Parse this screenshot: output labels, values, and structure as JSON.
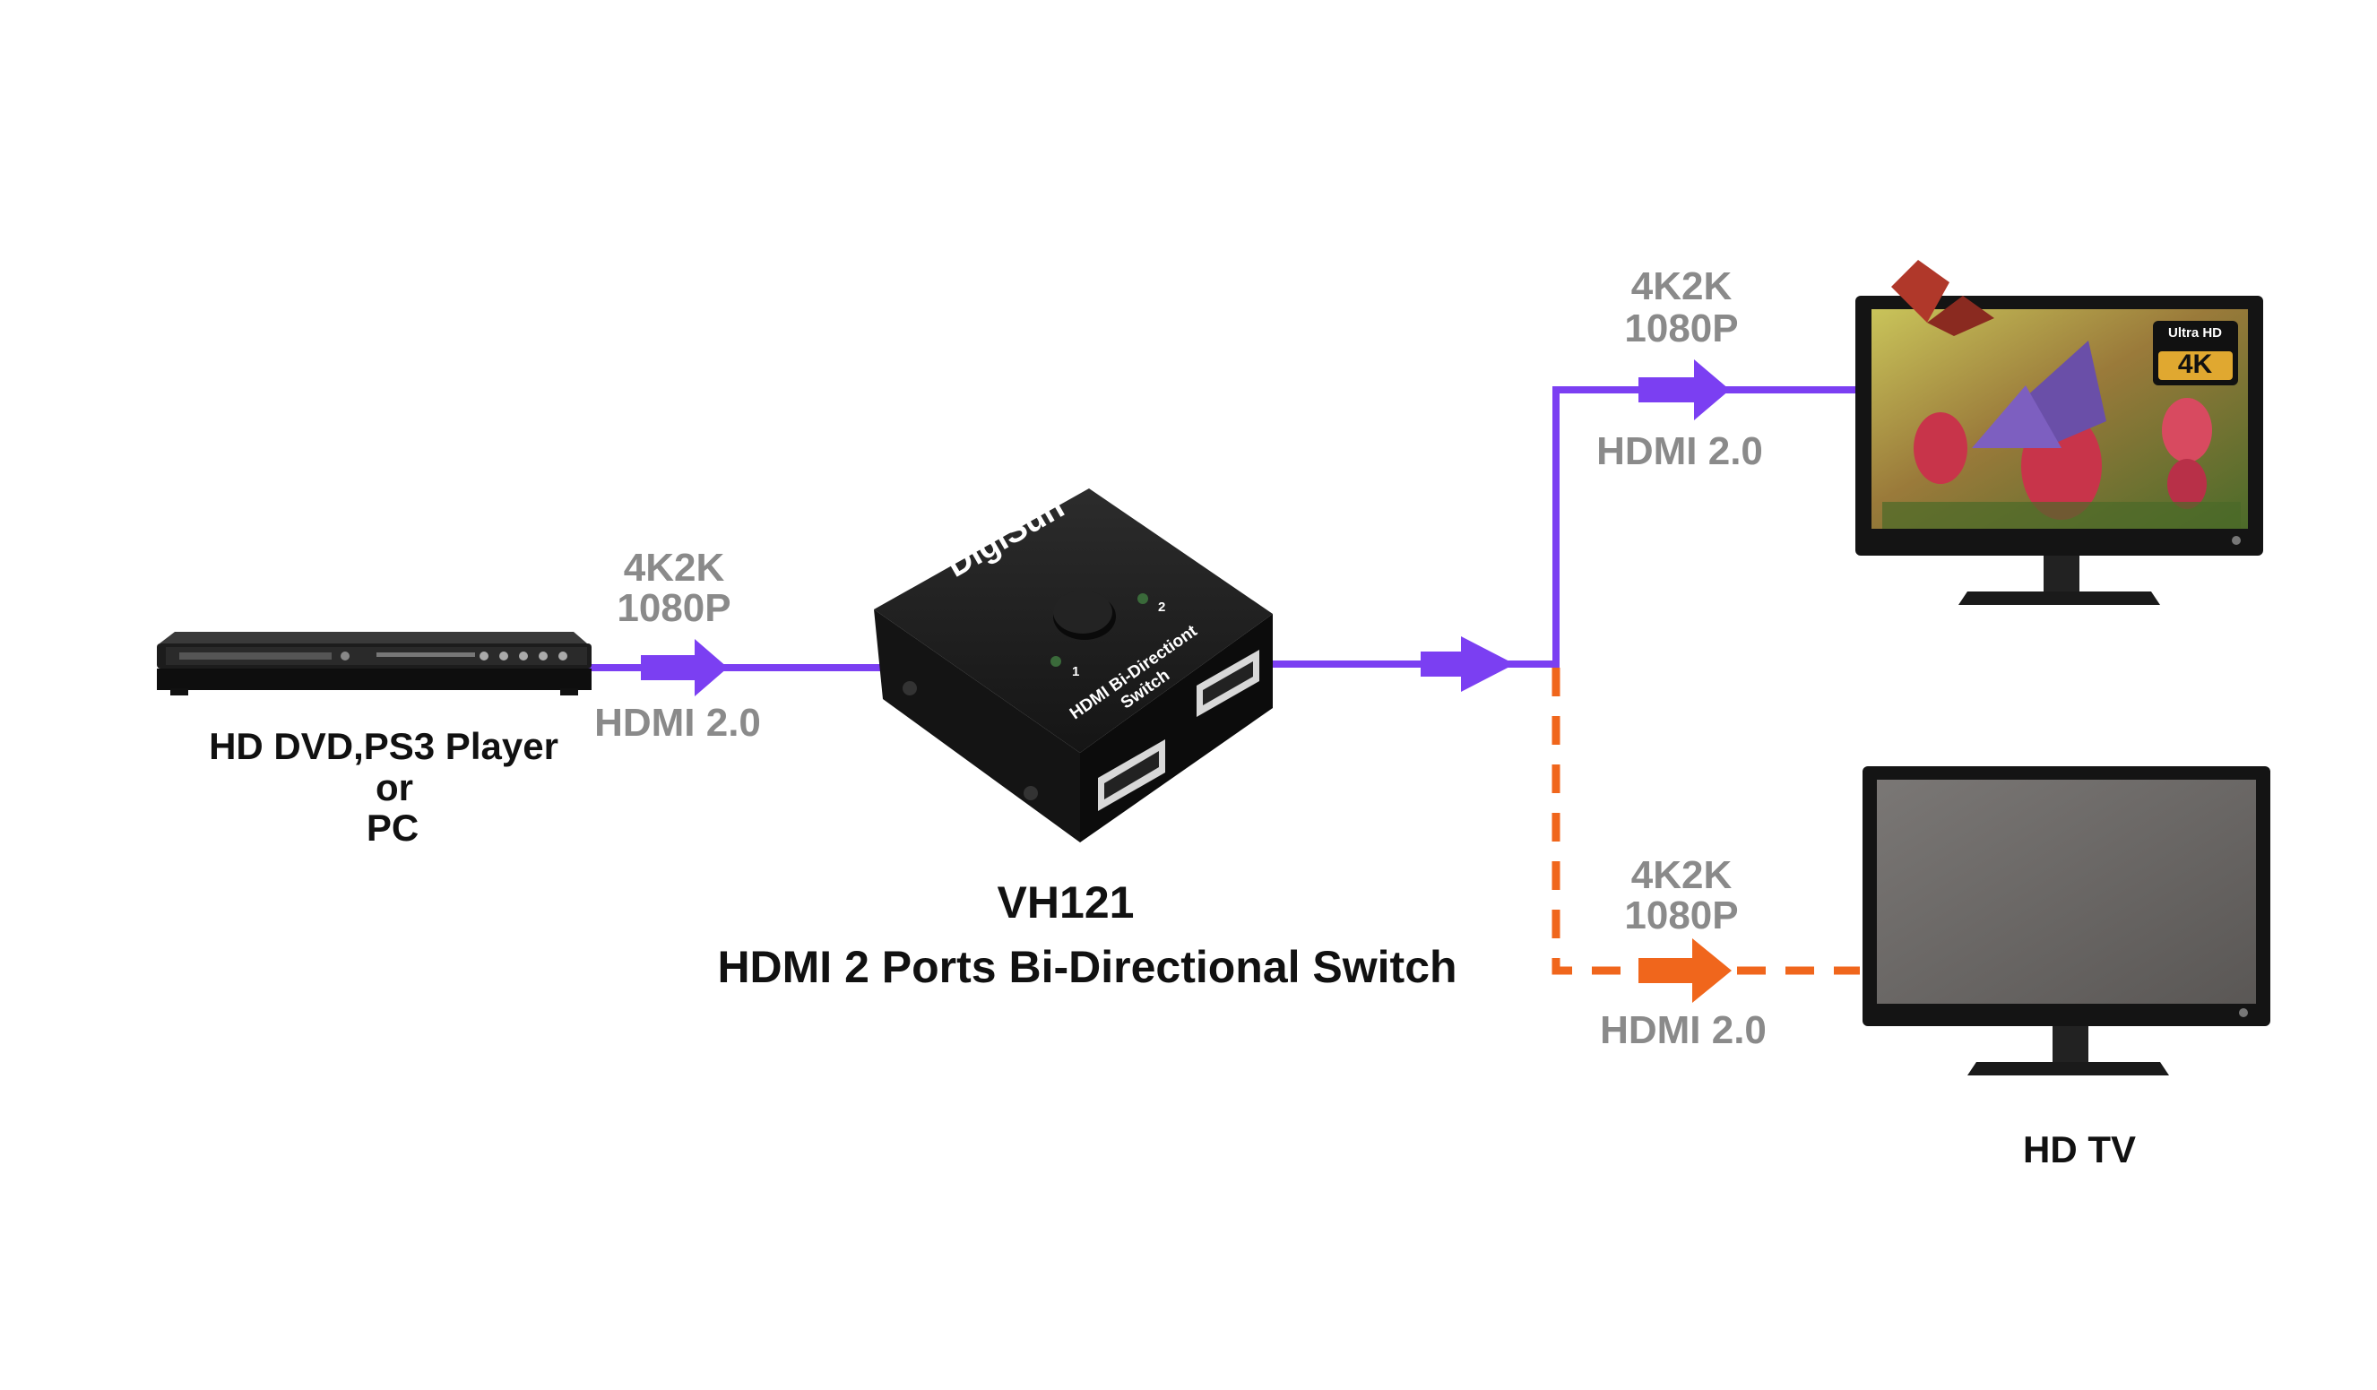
{
  "source": {
    "label_line1": "HD DVD,PS3 Player",
    "label_line2": "or",
    "label_line3": "PC"
  },
  "input_link": {
    "res1": "4K2K",
    "res2": "1080P",
    "interface": "HDMI 2.0"
  },
  "switch": {
    "brand": "DigiSun",
    "body_text1": "HDMI Bi-Directiont",
    "body_text2": "Switch",
    "port1": "1",
    "port2": "2",
    "model": "VH121",
    "description": "HDMI 2 Ports Bi-Directional Switch"
  },
  "output_top": {
    "res1": "4K2K",
    "res2": "1080P",
    "interface": "HDMI 2.0"
  },
  "output_bottom": {
    "res1": "4K2K",
    "res2": "1080P",
    "interface": "HDMI 2.0"
  },
  "tv_top": {
    "badge1": "Ultra HD",
    "badge2": "4K"
  },
  "tv_bottom": {
    "label": "HD TV"
  },
  "colors": {
    "active_line": "#7b3ff2",
    "inactive_line": "#f0661c",
    "device_body": "#1f1f1f",
    "label_gray": "#8a8a8a"
  }
}
